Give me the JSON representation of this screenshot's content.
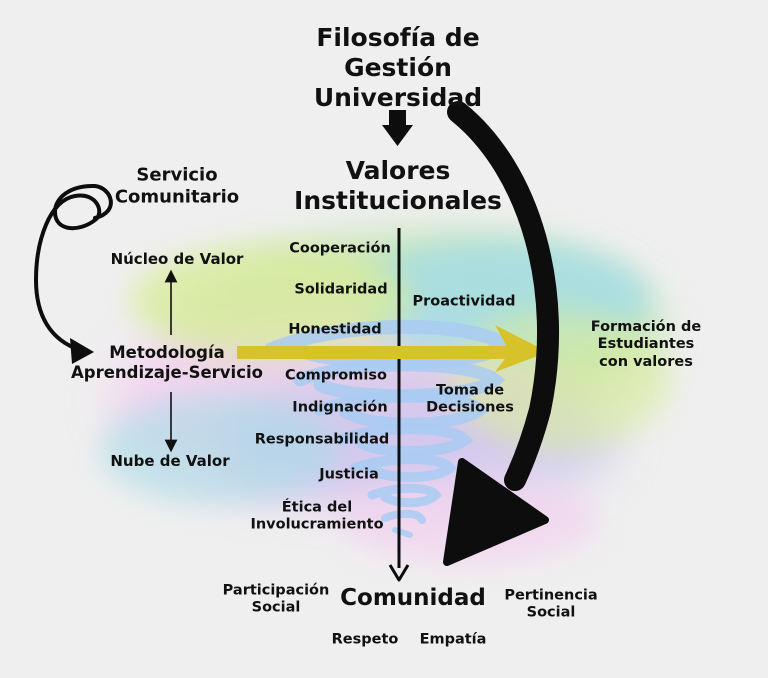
{
  "title": "Filosofía de Gestión Universidad",
  "values_heading": "Valores Institucionales",
  "left_top": "Servicio Comunitario",
  "nucleo": "Núcleo de Valor",
  "metodologia": "Metodología Aprendizaje-Servicio",
  "nube": "Nube de Valor",
  "values_list": [
    "Cooperación",
    "Solidaridad",
    "Honestidad",
    "Compromiso",
    "Indignación",
    "Responsabilidad",
    "Justicia",
    "Ética del Involucramiento"
  ],
  "proactividad": "Proactividad",
  "toma": "Toma de Decisiones",
  "formacion": "Formación de Estudiantes con valores",
  "comunidad": "Comunidad",
  "bottom": {
    "participacion": "Participación Social",
    "respeto": "Respeto",
    "empatia": "Empatía",
    "pertinencia": "Pertinencia Social"
  },
  "colors": {
    "background": "#efefef",
    "arrow_black": "#0d0d0d",
    "arrow_yellow": "#d8c22a",
    "swirl_blue": "#a9cbf2",
    "rainbow": [
      "#f3d2ef",
      "#b7e3a5",
      "#d9ec9c",
      "#a6dde6",
      "#c9c4ee"
    ]
  }
}
